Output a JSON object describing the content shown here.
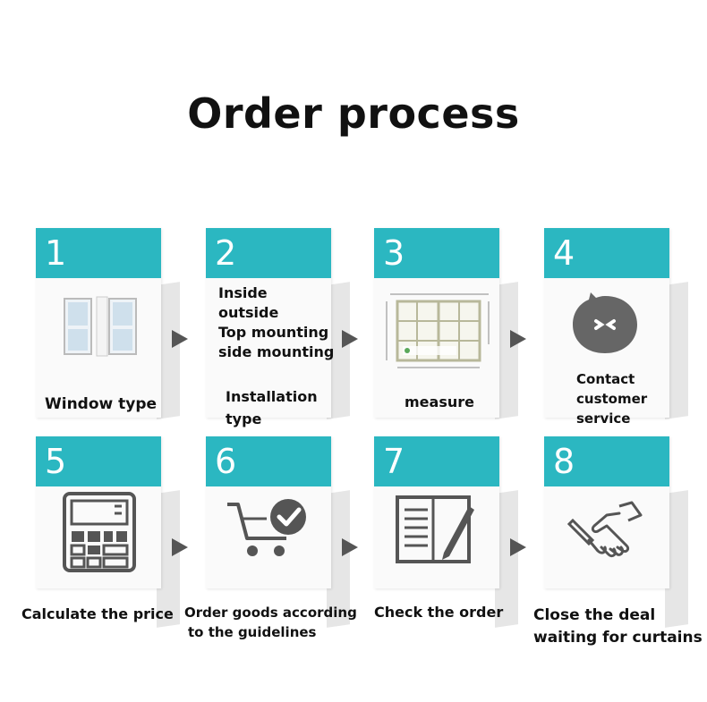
{
  "title": "Order process",
  "steps": [
    {
      "number": "1",
      "label": "Window type",
      "icon": "window-icon"
    },
    {
      "number": "2",
      "options": [
        "Inside",
        "outside",
        "Top mounting",
        "side mounting"
      ],
      "label_lines": [
        "Installation",
        "type"
      ],
      "icon": "installation-text"
    },
    {
      "number": "3",
      "label": "measure",
      "icon": "window-measure-diagram"
    },
    {
      "number": "4",
      "label_lines": [
        "Contact",
        "customer",
        "service"
      ],
      "icon": "chat-icon"
    },
    {
      "number": "5",
      "label": "Calculate the price",
      "icon": "calculator-icon"
    },
    {
      "number": "6",
      "label_lines": [
        "Order goods according",
        "to the guidelines"
      ],
      "icon": "shopping-cart-check-icon"
    },
    {
      "number": "7",
      "label": "Check the order",
      "icon": "notebook-pen-icon"
    },
    {
      "number": "8",
      "label_lines": [
        "Close the deal",
        "waiting for curtains"
      ],
      "icon": "handshake-icon"
    }
  ],
  "colors": {
    "accent": "#2bb7c1",
    "icon": "#555555",
    "arrow": "#555555"
  }
}
